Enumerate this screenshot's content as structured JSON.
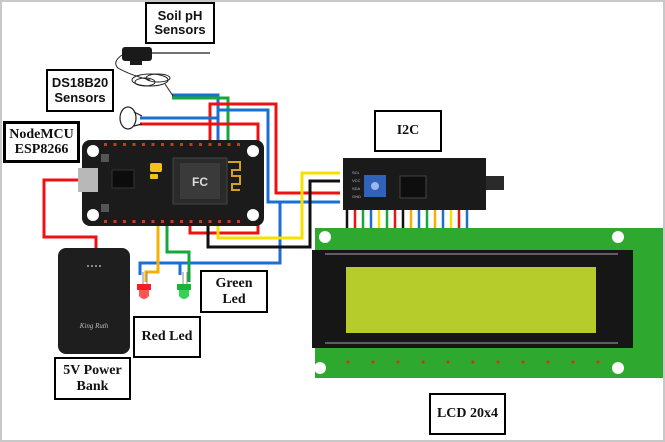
{
  "diagram": {
    "title": "IoT soil monitoring wiring diagram",
    "labels": {
      "soil_ph": [
        "Soil pH",
        "Sensors"
      ],
      "ds18b20": [
        "DS18B20",
        "Sensors"
      ],
      "nodemcu": [
        "NodeMCU",
        "ESP8266"
      ],
      "i2c": [
        "I2C"
      ],
      "green_led": [
        "Green",
        "Led"
      ],
      "red_led": [
        "Red Led"
      ],
      "power_bank": [
        "5V Power",
        "Bank"
      ],
      "lcd": [
        "LCD 20x4"
      ]
    },
    "i2c_pins": [
      "SCL",
      "VCC",
      "SDA",
      "GND"
    ],
    "power_bank_brand": "King Ruth",
    "wire_colors": {
      "red": "#ee1111",
      "blue": "#1a6fd0",
      "green": "#14a83a",
      "yellow": "#f5e000",
      "orange": "#f5b000",
      "black": "#111111"
    },
    "lcd_screen_color": "#b8cf2a",
    "pcb_green": "#2fa82f"
  }
}
